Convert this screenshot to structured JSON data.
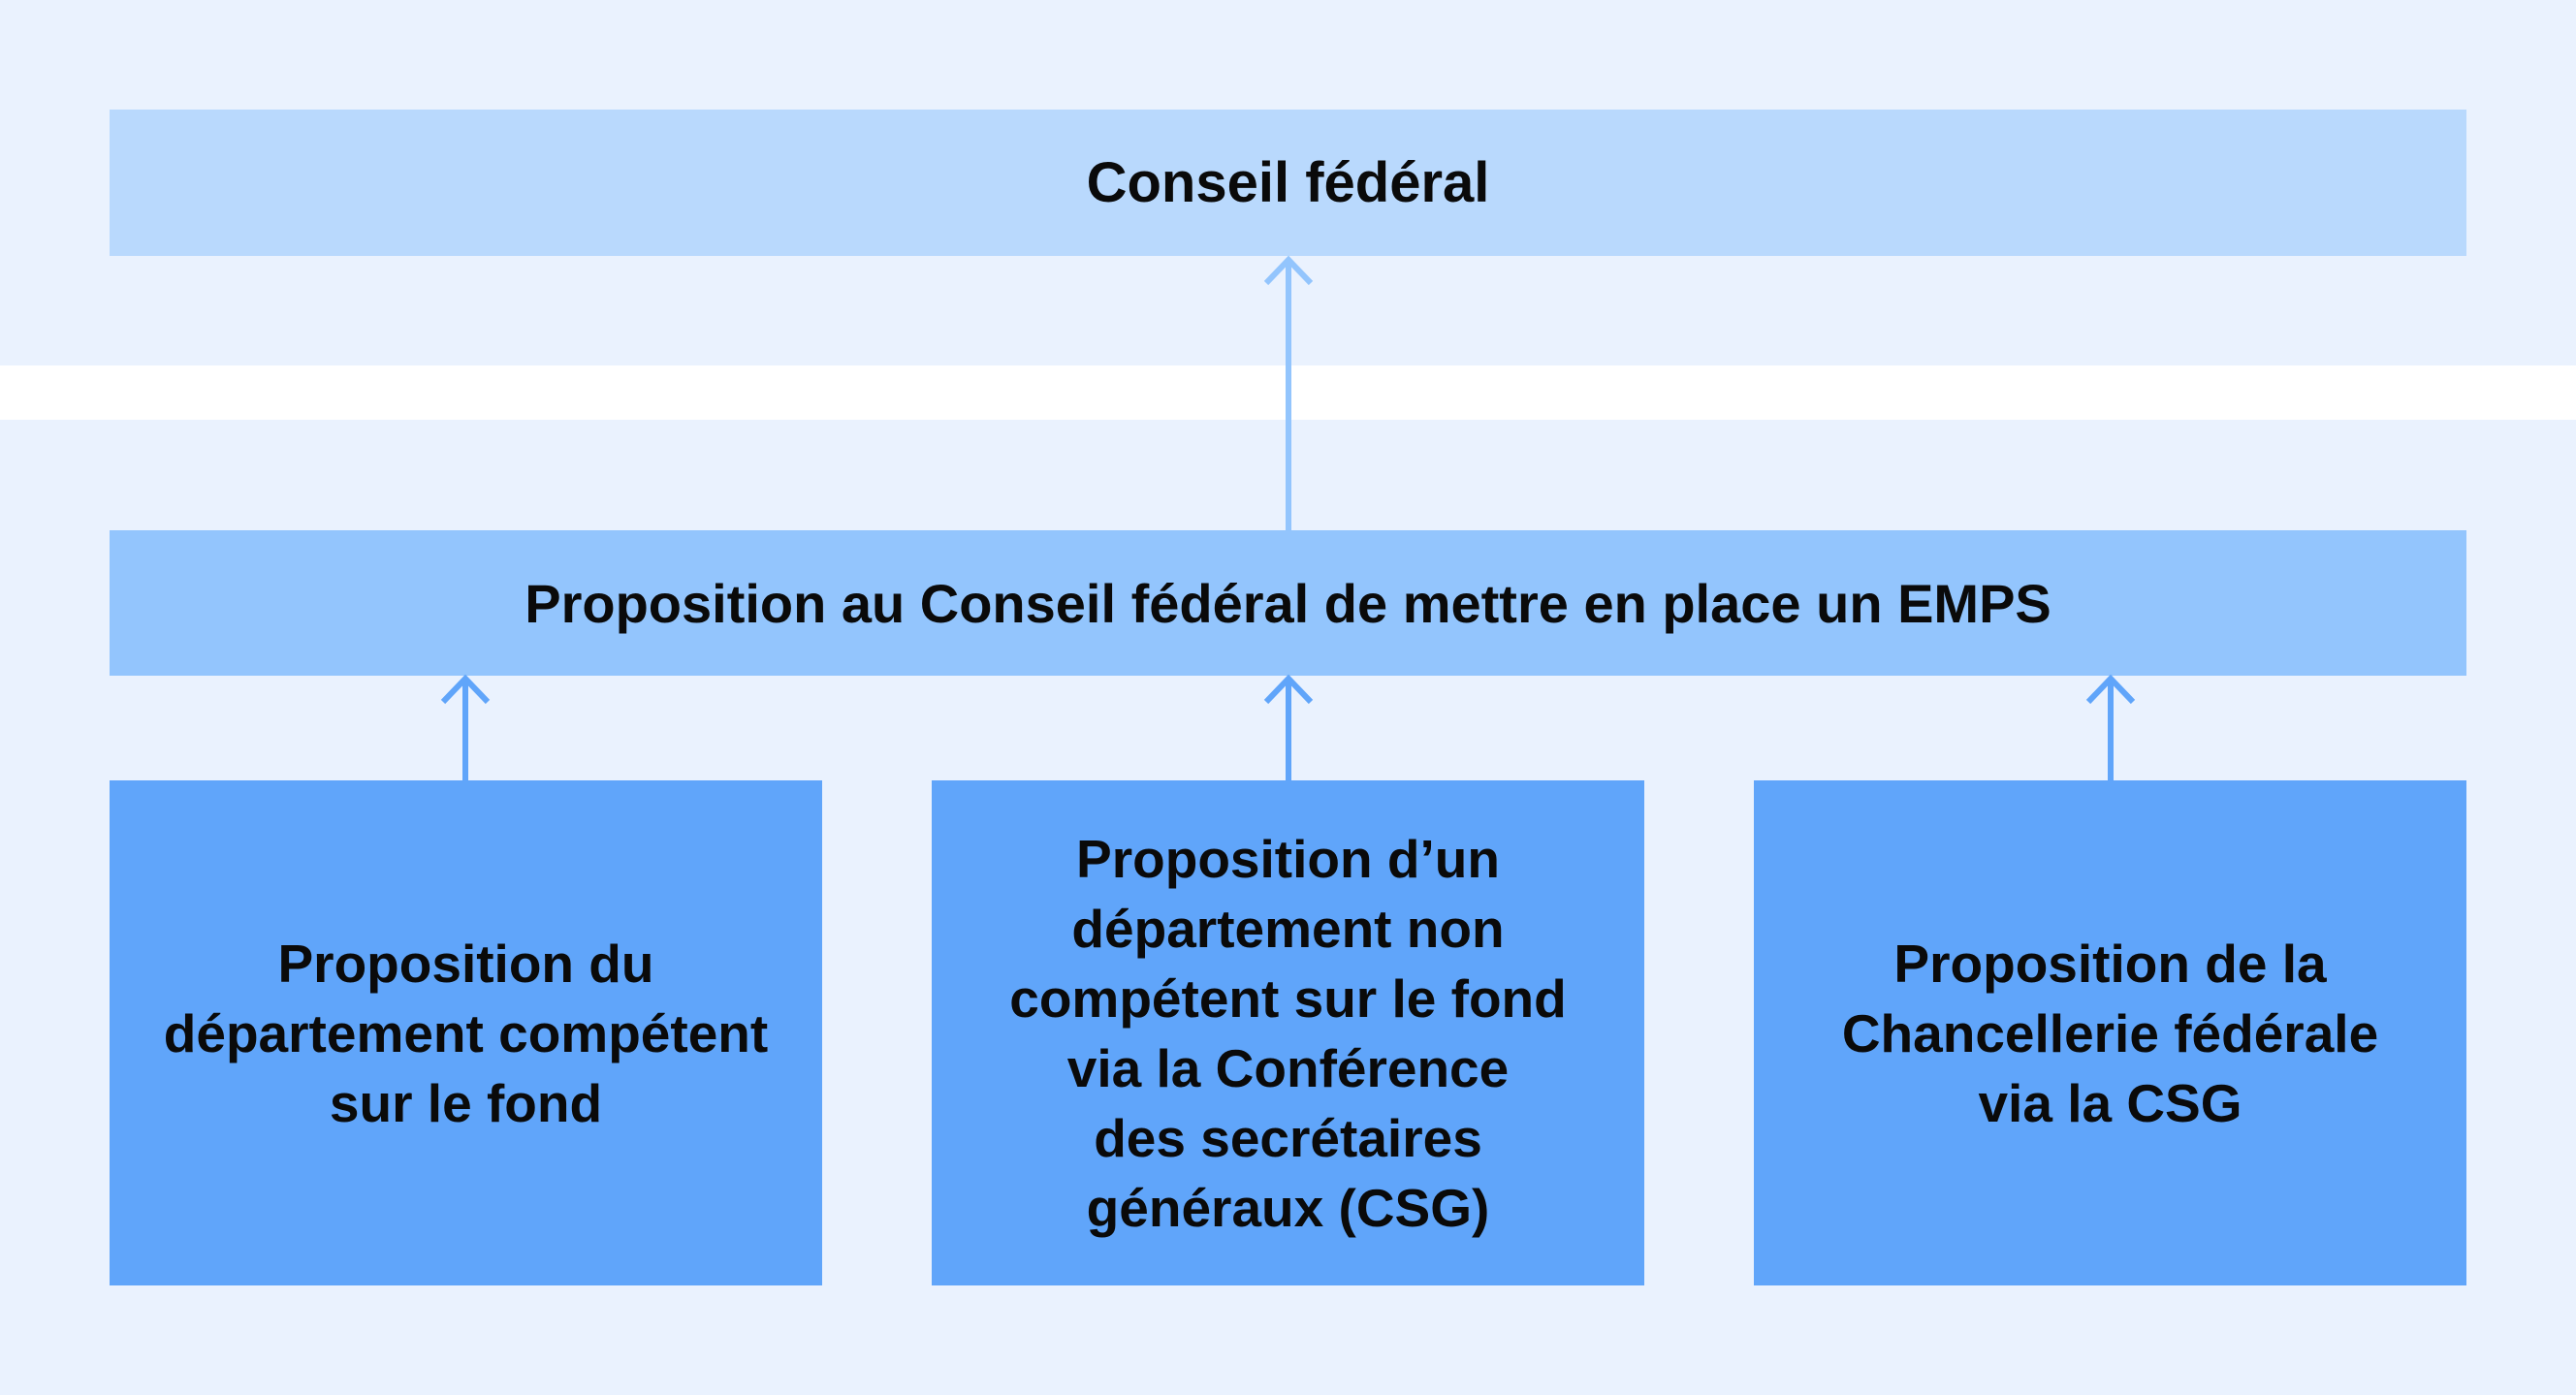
{
  "diagram": {
    "top_box": {
      "label": "Conseil fédéral"
    },
    "middle_box": {
      "label": "Proposition au Conseil fédéral de mettre en place un EMPS"
    },
    "source_boxes": [
      {
        "label": "Proposition du\ndépartement compétent\nsur le fond"
      },
      {
        "label": "Proposition d’un\ndépartement non\ncompétent sur le fond\nvia la Conférence\ndes secrétaires\ngénéraux (CSG)"
      },
      {
        "label": "Proposition de la\nChancellerie fédérale\nvia la CSG"
      }
    ],
    "edges": [
      {
        "from": "middle_box",
        "to": "top_box",
        "icon": "arrow-up-icon"
      },
      {
        "from": "source_boxes.0",
        "to": "middle_box",
        "icon": "arrow-up-icon"
      },
      {
        "from": "source_boxes.1",
        "to": "middle_box",
        "icon": "arrow-up-icon"
      },
      {
        "from": "source_boxes.2",
        "to": "middle_box",
        "icon": "arrow-up-icon"
      }
    ]
  },
  "colors": {
    "background": "#eaf2fe",
    "separator": "#ffffff",
    "top_box": "#b9d9fd",
    "middle_box": "#93c5fd",
    "source_box": "#60a5fa",
    "upper_arrow": "#93c5fd",
    "lower_arrows": "#60a5fa",
    "text": "#0a0a0a"
  }
}
